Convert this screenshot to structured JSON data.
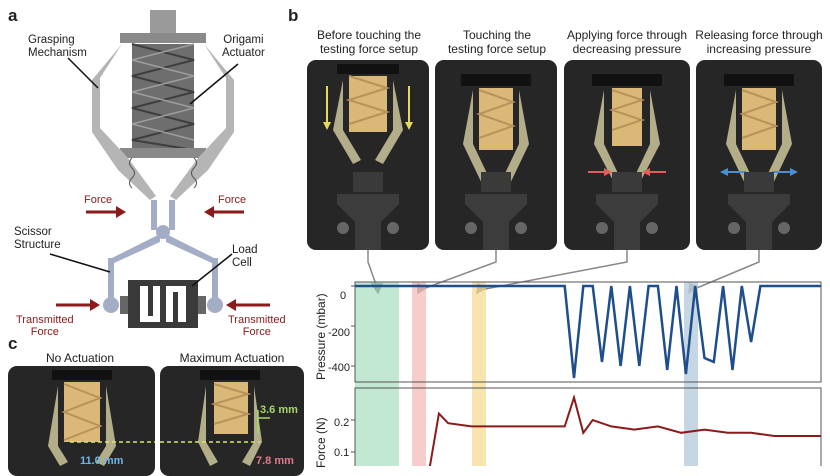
{
  "panels": {
    "a": "a",
    "b": "b",
    "c": "c"
  },
  "panel_a": {
    "grasping_mechanism": "Grasping\nMechanism",
    "origami_actuator": "Origami\nActuator",
    "force_left": "Force",
    "force_right": "Force",
    "scissor_structure": "Scissor\nStructure",
    "load_cell": "Load\nCell",
    "transmitted_force_left": "Transmitted\nForce",
    "transmitted_force_right": "Transmitted\nForce"
  },
  "panel_b": {
    "captions": [
      "Before touching the\ntesting force setup",
      "Touching the\ntesting force setup",
      "Applying force through\ndecreasing pressure",
      "Releasing force through\nincreasing pressure"
    ]
  },
  "panel_c": {
    "no_actuation": "No Actuation",
    "max_actuation": "Maximum Actuation",
    "meas_1": "3.6 mm",
    "meas_2": "11.0 mm",
    "meas_3": "7.8 mm"
  },
  "colors": {
    "pressure": "#1f4e8c",
    "force": "#8b1a1a",
    "green_band": "#9ad8b8",
    "red_band": "#f2b8b3",
    "yellow_band": "#f5d98a",
    "blue_band": "#b8ccdc"
  },
  "chart_data": [
    {
      "type": "line",
      "ylabel": "Pressure (mbar)",
      "yticks": [
        "0",
        "-200",
        "-400"
      ],
      "ylim": [
        -480,
        20
      ],
      "series": [
        {
          "x": [
            0,
            0.45,
            0.47,
            0.49,
            0.51,
            0.53,
            0.55,
            0.57,
            0.59,
            0.61,
            0.63,
            0.65,
            0.67,
            0.69,
            0.71,
            0.73,
            0.75,
            0.77,
            0.79,
            0.81,
            0.83,
            0.85,
            0.87,
            0.89,
            0.91,
            0.93,
            0.95,
            0.97,
            0.99,
            1.0
          ],
          "y": [
            0,
            0,
            -460,
            0,
            0,
            -380,
            0,
            -400,
            0,
            -400,
            0,
            0,
            -420,
            0,
            -440,
            0,
            -360,
            -380,
            0,
            -420,
            0,
            -280,
            0,
            0,
            0,
            0,
            0,
            0,
            0,
            0
          ]
        }
      ]
    },
    {
      "type": "line",
      "ylabel": "Force (N)",
      "yticks": [
        "0.2",
        "0.1"
      ],
      "ylim": [
        0.05,
        0.3
      ],
      "series": [
        {
          "x": [
            0,
            0.16,
            0.18,
            0.2,
            0.25,
            0.3,
            0.35,
            0.4,
            0.45,
            0.47,
            0.49,
            0.51,
            0.55,
            0.6,
            0.65,
            0.7,
            0.75,
            0.8,
            0.85,
            0.9,
            0.95,
            1.0
          ],
          "y": [
            0.0,
            0.0,
            0.22,
            0.19,
            0.18,
            0.18,
            0.18,
            0.18,
            0.18,
            0.27,
            0.16,
            0.2,
            0.18,
            0.17,
            0.18,
            0.16,
            0.17,
            0.16,
            0.16,
            0.15,
            0.15,
            0.15
          ]
        }
      ]
    }
  ]
}
